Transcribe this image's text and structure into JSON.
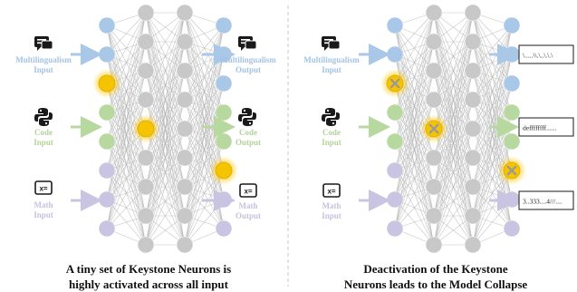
{
  "colors": {
    "multilingual": "#a9c8e8",
    "multilingual_text": "#a3c3e6",
    "code": "#b7d89e",
    "code_text": "#b5d29b",
    "math": "#c9c4e2",
    "math_text": "#c7c1df",
    "gray_node": "#c8c8c8",
    "highlight": "#f5c400",
    "edge": "#b3b3b3",
    "divider": "#c8c8c8"
  },
  "left_panel": {
    "inputs": [
      {
        "icon": "chat-icon",
        "label_line1": "Multilingualism",
        "label_line2": "Input"
      },
      {
        "icon": "python-icon",
        "label_line1": "Code",
        "label_line2": "Input"
      },
      {
        "icon": "math-formula-icon",
        "label_line1": "Math",
        "label_line2": "Input"
      }
    ],
    "outputs": [
      {
        "icon": "chat-icon",
        "label_line1": "Multilingualism",
        "label_line2": "Output"
      },
      {
        "icon": "python-icon",
        "label_line1": "Code",
        "label_line2": "Output"
      },
      {
        "icon": "math-formula-icon",
        "label_line1": "Math",
        "label_line2": "Output"
      }
    ],
    "caption_line1": "A tiny set of Keystone Neurons is",
    "caption_line2": "highly activated across all input"
  },
  "right_panel": {
    "inputs": [
      {
        "icon": "chat-icon",
        "label_line1": "Multilingualism",
        "label_line2": "Input"
      },
      {
        "icon": "python-icon",
        "label_line1": "Code",
        "label_line2": "Input"
      },
      {
        "icon": "math-formula-icon",
        "label_line1": "Math",
        "label_line2": "Input"
      }
    ],
    "outputs": [
      "\\.....\\\\.\\..\\.\\.\\",
      "deffffffff......",
      "3..333....4///...."
    ],
    "caption_line1": "Deactivation of the Keystone",
    "caption_line2": "Neurons leads to the Model Collapse"
  }
}
